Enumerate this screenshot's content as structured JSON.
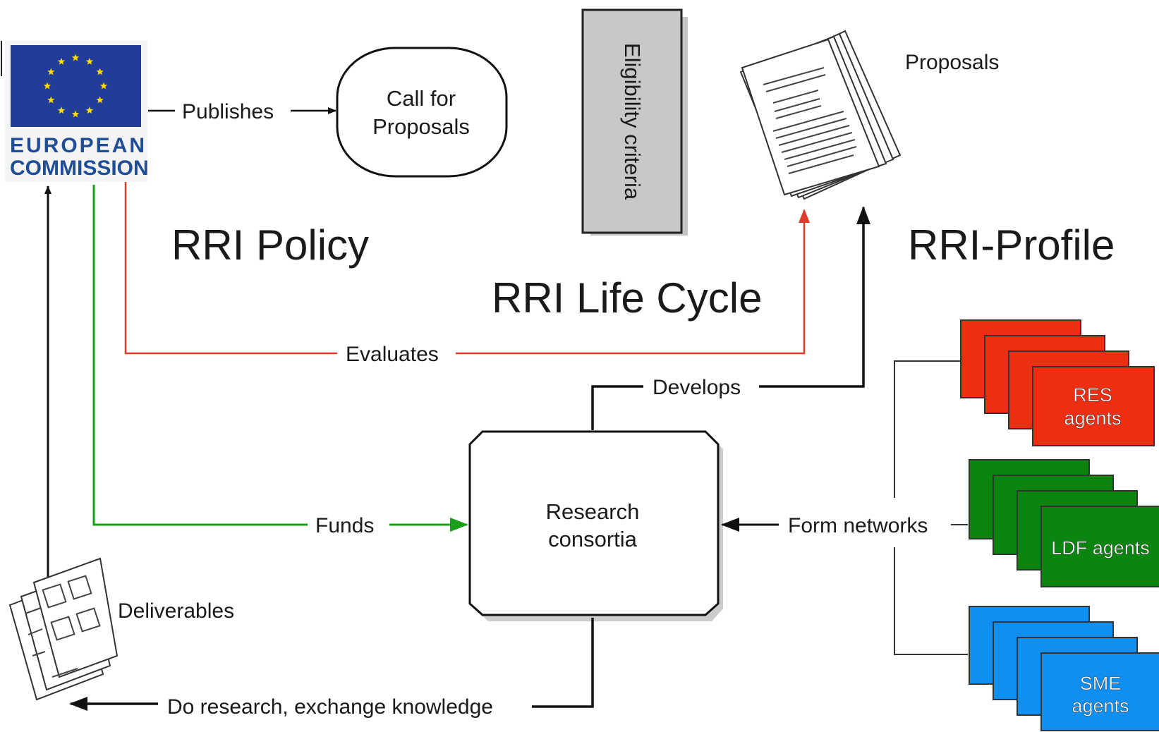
{
  "org": {
    "line1": "EUROPEAN",
    "line2": "COMMISSION"
  },
  "headings": {
    "policy": "RRI Policy",
    "lifecycle": "RRI Life Cycle",
    "profile": "RRI-Profile"
  },
  "nodes": {
    "call_line1": "Call for",
    "call_line2": "Proposals",
    "eligibility": "Eligibility criteria",
    "proposals": "Proposals",
    "research_line1": "Research",
    "research_line2": "consortia",
    "deliverables": "Deliverables"
  },
  "edges": {
    "publishes": "Publishes",
    "evaluates": "Evaluates",
    "develops": "Develops",
    "funds": "Funds",
    "form_networks": "Form networks",
    "do_research": "Do research, exchange knowledge"
  },
  "agents": {
    "res_line1": "RES",
    "res_line2": "agents",
    "ldf": "LDF agents",
    "sme_line1": "SME",
    "sme_line2": "agents"
  },
  "colors": {
    "eu_blue": "#1f3d99",
    "eu_gold": "#ffdd00",
    "res": "#ee2e12",
    "ldf": "#0a8510",
    "sme": "#0e8ff1",
    "evaluates": "#e23a2a",
    "funds": "#1a9e1a",
    "eligibility_fill": "#c8c8c8"
  }
}
